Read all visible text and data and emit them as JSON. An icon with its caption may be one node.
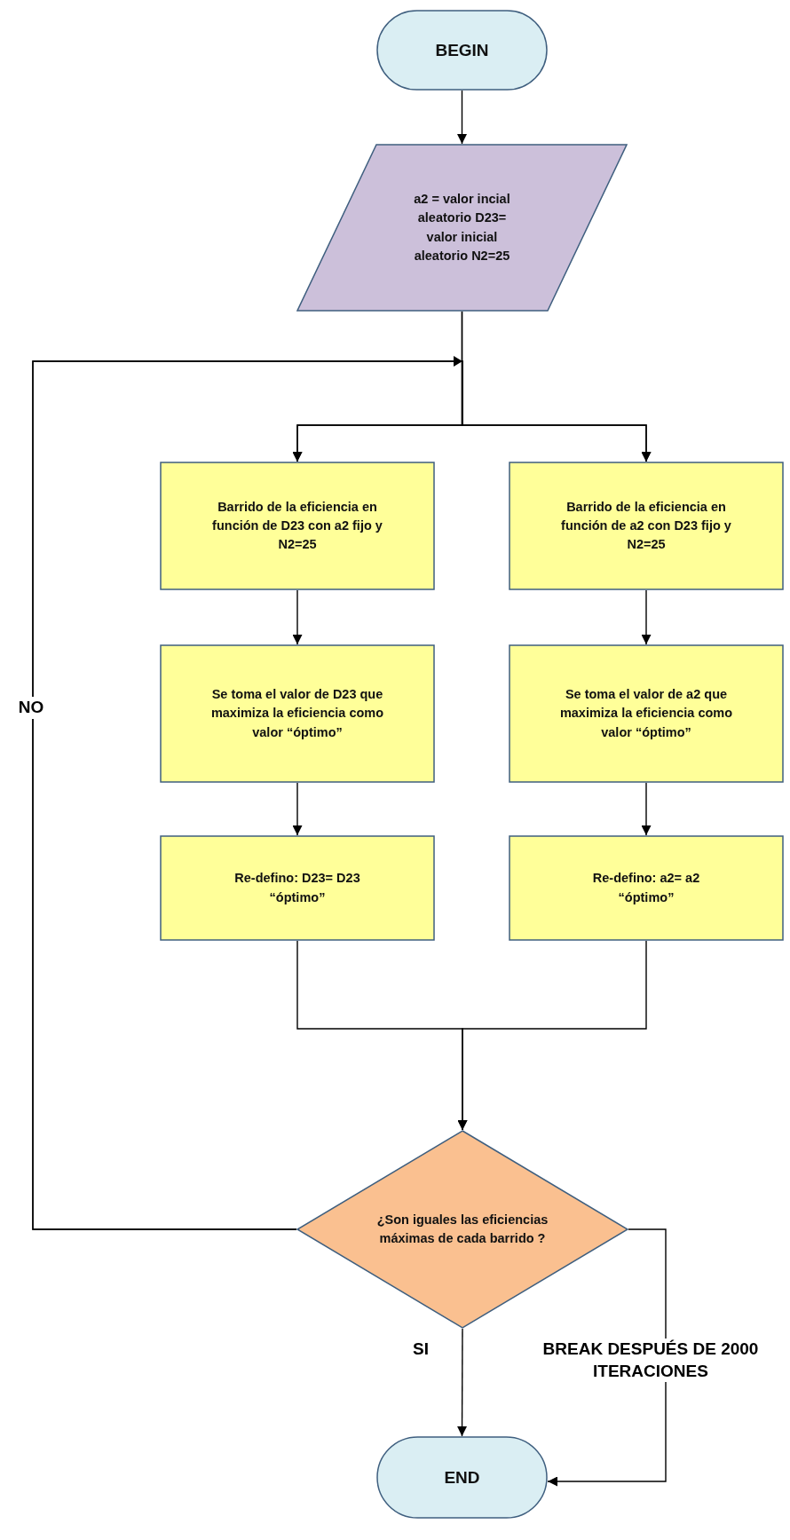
{
  "diagram": {
    "nodes": [
      {
        "text": [
          "BEGIN"
        ]
      },
      {
        "text": [
          "a2 = valor incial aleatorio D23= valor inicial aleatorio N2=25"
        ]
      },
      {
        "text": [
          "Barrido de la eficiencia en función de D23 con a2 fijo y N2=25"
        ]
      },
      {
        "text": [
          "Barrido de la eficiencia en función de a2 con D23 fijo y N2=25"
        ]
      },
      {
        "text": [
          "Se toma el valor de D23 que maximiza la eficiencia como valor “óptimo”"
        ]
      },
      {
        "text": [
          "Se toma el valor de a2 que maximiza la eficiencia como valor “óptimo”"
        ]
      },
      {
        "text": [
          "Re-defino: D23= D23 “óptimo”"
        ]
      },
      {
        "text": [
          "Re-defino: a2= a2 “óptimo”"
        ]
      },
      {
        "text": [
          "¿Son iguales las eficiencias máximas de cada barrido ?"
        ]
      },
      {
        "text": [
          "END"
        ]
      }
    ],
    "edges": [
      {
        "from": 0,
        "to": 1,
        "arrow": "to"
      },
      {
        "from": 1,
        "to": 2,
        "arrow": "to"
      },
      {
        "from": 1,
        "to": 3,
        "arrow": "to"
      },
      {
        "from": 2,
        "to": 4,
        "arrow": "to"
      },
      {
        "from": 4,
        "to": 6,
        "arrow": "to"
      },
      {
        "from": 3,
        "to": 5,
        "arrow": "to"
      },
      {
        "from": 5,
        "to": 7,
        "arrow": "to"
      },
      {
        "from": 6,
        "to": 8,
        "arrow": "to"
      },
      {
        "from": 7,
        "to": 8,
        "arrow": "to"
      },
      {
        "from": 8,
        "to": 9,
        "arrow": "to",
        "label": "SI"
      },
      {
        "from": 8,
        "to": 9,
        "arrow": "to",
        "label": "BREAK DESPUÉS DE 2000 ITERACIONES"
      },
      {
        "from": 8,
        "to": 2,
        "arrow": "to",
        "label": "NO"
      },
      {
        "from": 8,
        "to": 3,
        "arrow": "to"
      }
    ]
  }
}
